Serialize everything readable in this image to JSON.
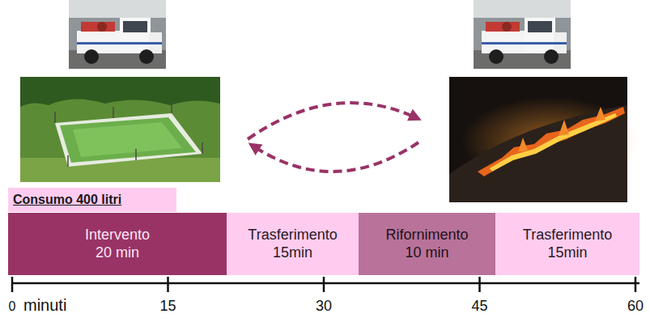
{
  "diagram": {
    "nodes": [
      {
        "text": [
          "Consumo 400 litri"
        ]
      },
      {
        "text": [
          "Intervento",
          "20 min"
        ]
      },
      {
        "text": [
          "Trasferimento",
          "15min"
        ]
      },
      {
        "text": [
          "Rifornimento",
          "10 min"
        ]
      },
      {
        "text": [
          "Trasferimento",
          "15min"
        ]
      }
    ],
    "labels": [
      "0",
      "minuti",
      "15",
      "30",
      "45",
      "60"
    ]
  }
}
